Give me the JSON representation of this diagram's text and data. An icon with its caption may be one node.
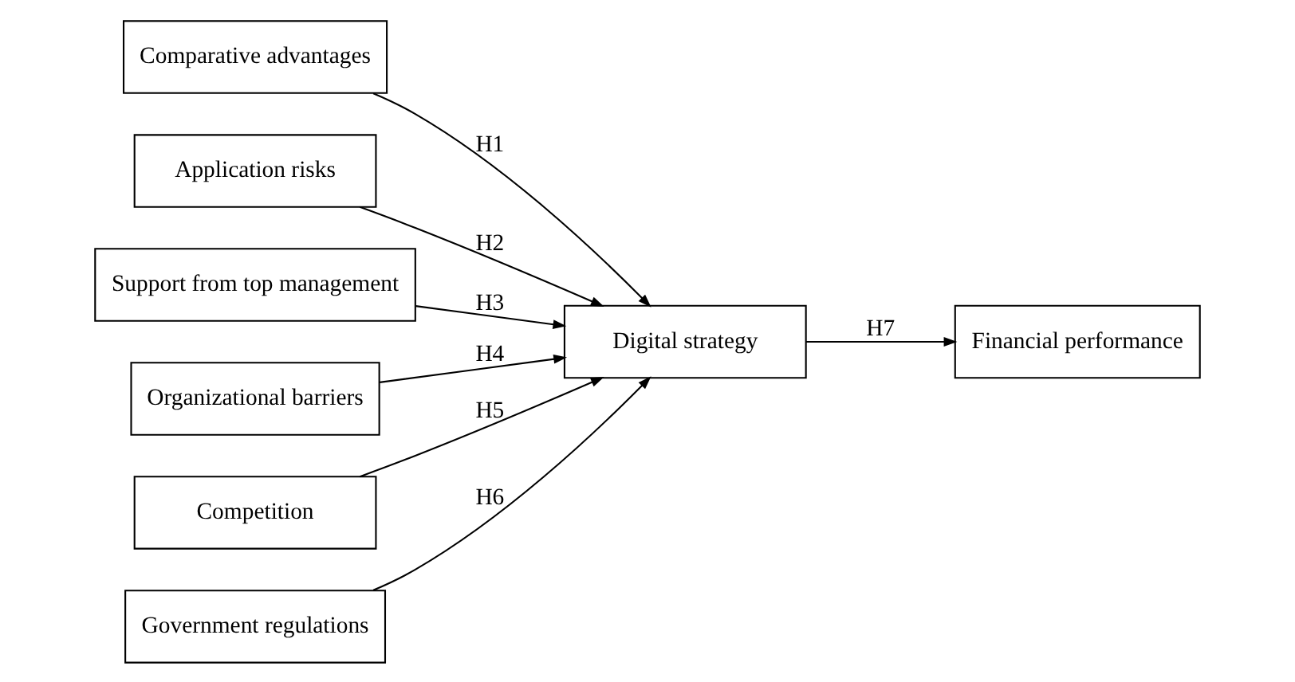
{
  "diagram": {
    "nodes": [
      {
        "text": [
          "Comparative advantages"
        ]
      },
      {
        "text": [
          "Application risks"
        ]
      },
      {
        "text": [
          "Support from top management"
        ]
      },
      {
        "text": [
          "Organizational barriers"
        ]
      },
      {
        "text": [
          "Competition"
        ]
      },
      {
        "text": [
          "Government regulations"
        ]
      },
      {
        "text": [
          "Digital strategy"
        ]
      },
      {
        "text": [
          "Financial performance"
        ]
      }
    ],
    "edges": [
      {
        "from": 0,
        "to": 6,
        "arrow": "to",
        "label": "H1"
      },
      {
        "from": 1,
        "to": 6,
        "arrow": "to",
        "label": "H2"
      },
      {
        "from": 2,
        "to": 6,
        "arrow": "to",
        "label": "H3"
      },
      {
        "from": 3,
        "to": 6,
        "arrow": "to",
        "label": "H4"
      },
      {
        "from": 4,
        "to": 6,
        "arrow": "to",
        "label": "H5"
      },
      {
        "from": 5,
        "to": 6,
        "arrow": "to",
        "label": "H6"
      },
      {
        "from": 6,
        "to": 7,
        "arrow": "to",
        "label": "H7"
      }
    ]
  }
}
